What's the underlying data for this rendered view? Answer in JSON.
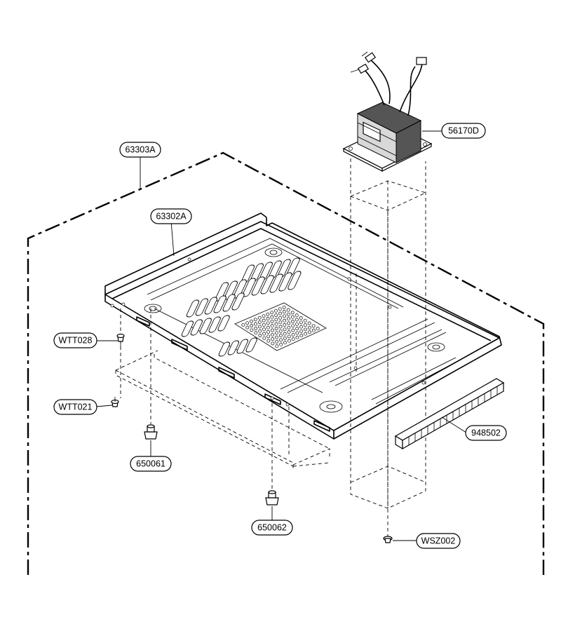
{
  "labels": {
    "assembly_cover": "63303A",
    "base_plate": "63302A",
    "transformer": "56170D",
    "screw_top": "WTT028",
    "screw_mid": "WTT021",
    "foot_left": "650061",
    "foot_center": "650062",
    "gasket_strip": "948502",
    "screw_bottom": "WSZ002"
  }
}
